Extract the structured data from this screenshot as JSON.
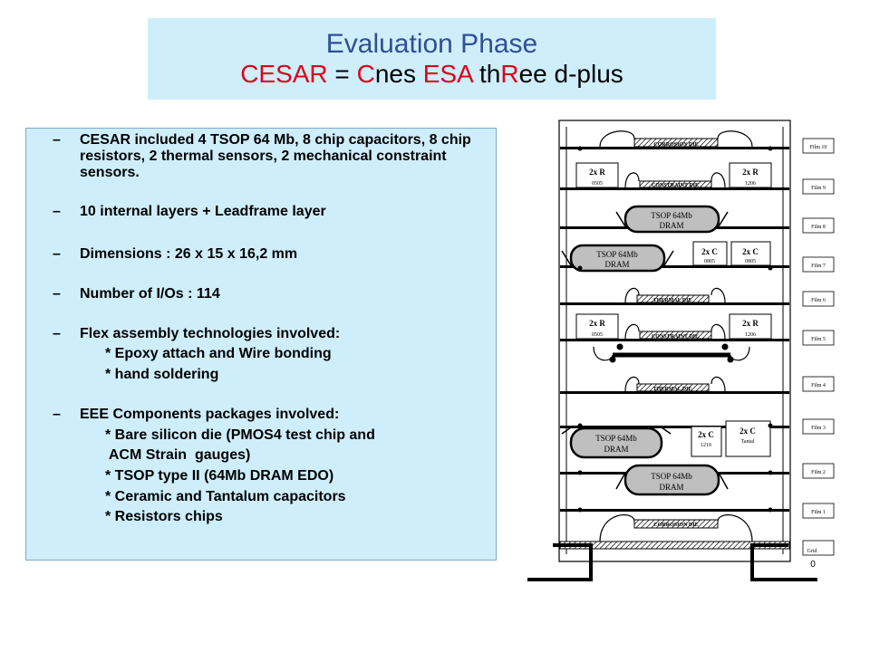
{
  "title": {
    "main": "Evaluation Phase",
    "sub_parts": [
      {
        "text": "CESAR",
        "red": true
      },
      {
        "text": " = ",
        "red": false
      },
      {
        "text": "C",
        "red": true
      },
      {
        "text": "nes ",
        "red": false
      },
      {
        "text": "ESA",
        "red": true
      },
      {
        "text": " th",
        "red": false
      },
      {
        "text": "R",
        "red": true
      },
      {
        "text": "ee d-plus",
        "red": false
      }
    ]
  },
  "bullets": {
    "b1": "CESAR included 4 TSOP 64 Mb, 8 chip capacitors, 8 chip resistors, 2 thermal sensors, 2 mechanical constraint sensors.",
    "b2": "10 internal layers + Leadframe layer",
    "b3": "Dimensions : 26 x 15 x 16,2 mm",
    "b4": "Number of I/Os : 114",
    "b5": "Flex assembly technologies involved:",
    "b5_s1": "* Epoxy attach and Wire bonding",
    "b5_s2": "* hand soldering",
    "b6": "EEE Components packages involved:",
    "b6_s1": "* Bare silicon die (PMOS4 test chip and",
    "b6_s2": " ACM Strain  gauges)",
    "b6_s3": "* TSOP type II (64Mb DRAM EDO)",
    "b6_s4": "* Ceramic and Tantalum capacitors",
    "b6_s5": "* Resistors chips",
    "dash": "–"
  },
  "diagram": {
    "films": [
      "Film 10",
      "Film 9",
      "Film 8",
      "Film 7",
      "Film 6",
      "Film 5",
      "Film 4",
      "Film 3",
      "Film 2",
      "Film 1",
      "Grid"
    ],
    "grid_number": "0",
    "tsop": {
      "line1": "TSOP 64Mb",
      "line2": "DRAM"
    },
    "res_top": "2x R",
    "res_0505": "0505",
    "res_1206": "1206",
    "cap_top": "2x C",
    "cap_0805": "0805",
    "cap_1210": "1210",
    "cap_tantal": "Tantal",
    "die_corrosion": "CORROSION DIE",
    "die_constraint": "CONSTRAINT DIE",
    "die_thermal": "THERMAL DIE"
  }
}
